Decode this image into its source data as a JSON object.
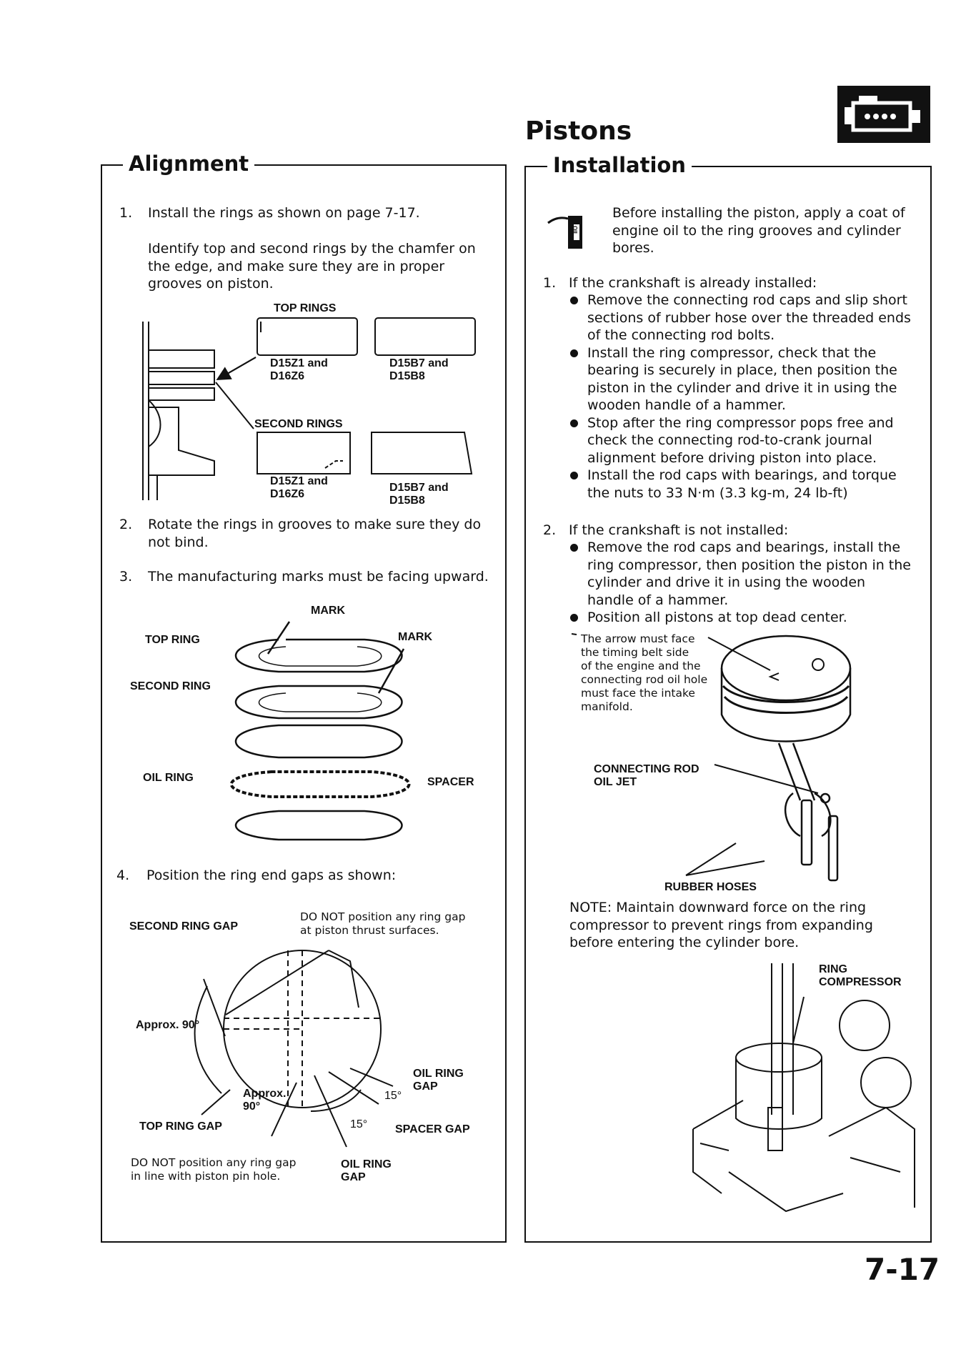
{
  "page": {
    "title": "Pistons",
    "page_number": "7-17"
  },
  "alignment": {
    "heading": "Alignment",
    "step1_num": "1.",
    "step1": "Install the rings as shown on page 7-17.",
    "step1_note": "Identify top and second rings by the chamfer on the edge, and make sure they are in proper grooves on piston.",
    "fig1": {
      "top_rings": "TOP RINGS",
      "top_left_l1": "D15Z1 and",
      "top_left_l2": "D16Z6",
      "top_right_l1": "D15B7 and",
      "top_right_l2": "D15B8",
      "second_rings": "SECOND RINGS",
      "sec_left_l1": "D15Z1 and",
      "sec_left_l2": "D16Z6",
      "sec_right_l1": "D15B7 and",
      "sec_right_l2": "D15B8"
    },
    "step2_num": "2.",
    "step2": "Rotate the rings in grooves to make sure they do not bind.",
    "step3_num": "3.",
    "step3": "The manufacturing marks must be facing upward.",
    "fig2": {
      "mark1": "MARK",
      "mark2": "MARK",
      "top_ring": "TOP RING",
      "second_ring": "SECOND RING",
      "oil_ring": "OIL RING",
      "spacer": "SPACER"
    },
    "step4_num": "4.",
    "step4": "Position the ring end gaps as shown:",
    "fig3": {
      "second_ring_gap": "SECOND RING GAP",
      "thrust_l1": "DO NOT position any ring gap",
      "thrust_l2": "at piston thrust surfaces.",
      "approx90_left": "Approx. 90°",
      "approx_l1": "Approx.",
      "approx_l2": "90°",
      "oil_ring_gap_r_l1": "OIL RING",
      "oil_ring_gap_r_l2": "GAP",
      "deg15_a": "15°",
      "deg15_b": "15°",
      "top_ring_gap": "TOP RING GAP",
      "spacer_gap": "SPACER GAP",
      "pin_l1": "DO NOT position any ring gap",
      "pin_l2": "in line with piston pin hole.",
      "oil_ring_gap_b_l1": "OIL RING",
      "oil_ring_gap_b_l2": "GAP"
    }
  },
  "installation": {
    "heading": "Installation",
    "oil_icon_label": "OIL",
    "intro": "Before installing the piston, apply a coat of engine oil to the ring grooves and cylinder bores.",
    "step1_num": "1.",
    "step1": "If the crankshaft is already installed:",
    "step1_bullets": [
      "Remove the connecting rod caps and slip short sections of rubber hose over the threaded ends of the connecting rod bolts.",
      "Install the ring compressor, check that the bearing is securely in place, then position the piston in the cylinder and drive it in using the wooden handle of a hammer.",
      "Stop after the ring compressor pops free and check the connecting rod-to-crank journal alignment before driving piston into place.",
      "Install the rod caps with bearings, and torque the nuts to 33 N·m (3.3 kg-m, 24 lb-ft)"
    ],
    "step2_num": "2.",
    "step2": "If the crankshaft is not installed:",
    "step2_bullets": [
      "Remove the rod caps and bearings, install the ring compressor, then position the piston in the cylinder and drive it in using the wooden handle of a hammer.",
      "Position all pistons at top dead center."
    ],
    "fig4": {
      "arrow_note_lines": [
        "The arrow must face",
        "the timing belt side",
        "of the engine and the",
        "connecting rod oil hole",
        "must face the intake",
        "manifold."
      ],
      "conn_rod_l1": "CONNECTING ROD",
      "conn_rod_l2": "OIL JET",
      "rubber_hoses": "RUBBER HOSES"
    },
    "note": "NOTE: Maintain downward force on the ring compressor to prevent rings from expanding before entering the cylinder bore.",
    "fig5": {
      "ring_l1": "RING",
      "ring_l2": "COMPRESSOR"
    }
  }
}
